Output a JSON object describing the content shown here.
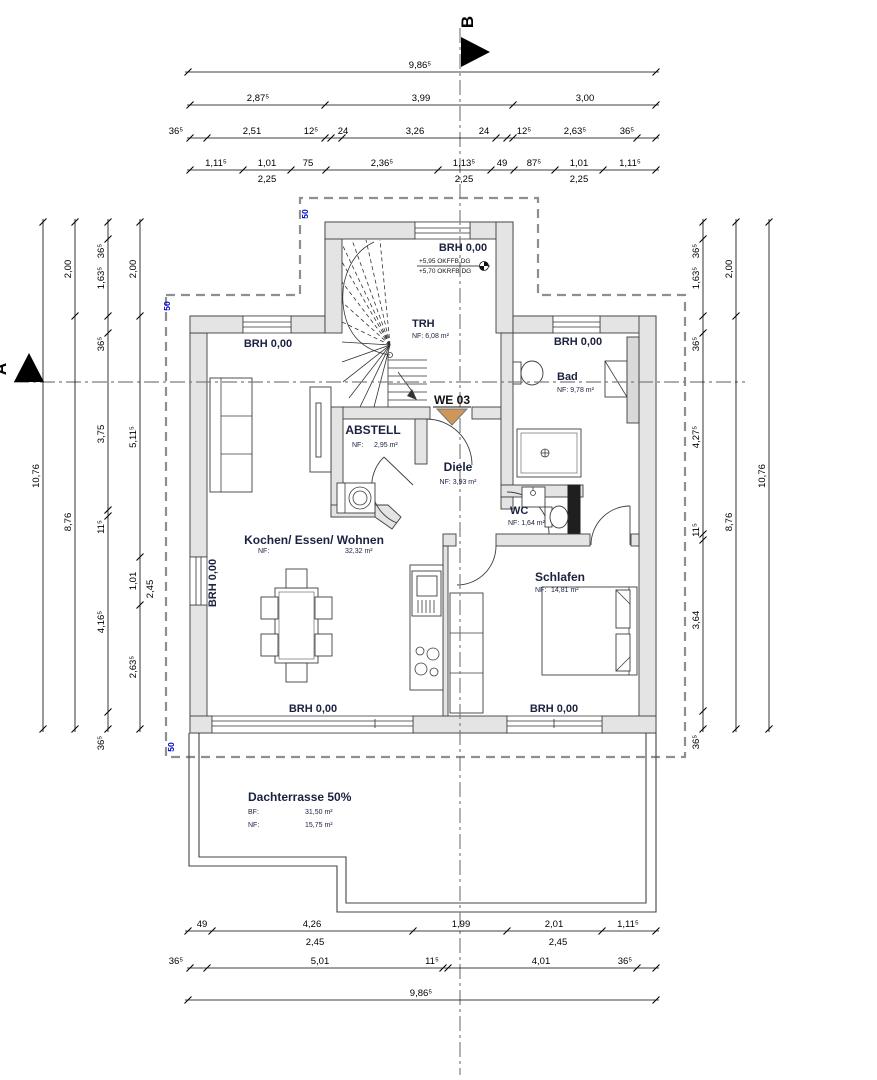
{
  "markers": {
    "a": "A",
    "b": "B"
  },
  "labels": {
    "brh": "BRH 0,00",
    "we": "WE 03",
    "level_upper": "+5,95 OKFFB DG",
    "level_lower": "+5,70 OKRFB DG",
    "roof_offset": "50"
  },
  "colors": {
    "accent_blue": "#0008cc",
    "entry_orange": "#cf9659",
    "wall_fill": "#e4e4e4"
  },
  "rooms": {
    "trh": {
      "name": "TRH",
      "nf": "NF: 6,08 m²"
    },
    "bad": {
      "name": "Bad",
      "nf": "NF: 9,78 m²"
    },
    "abstell": {
      "name": "ABSTELL",
      "nf_prefix": "NF:",
      "nf_value": "2,95 m²"
    },
    "diele": {
      "name": "Diele",
      "nf": "NF: 3,93 m²"
    },
    "wc": {
      "name": "WC",
      "nf": "NF: 1,64 m²"
    },
    "wohnen": {
      "name": "Kochen/ Essen/ Wohnen",
      "nf_prefix": "NF:",
      "nf_value": "32,32 m²"
    },
    "schlafen": {
      "name": "Schlafen",
      "nf_prefix": "NF:",
      "nf_value": "14,81 m²"
    },
    "terrasse": {
      "name": "Dachterrasse 50%",
      "bf_prefix": "BF:",
      "bf_value": "31,50 m²",
      "nf_prefix": "NF:",
      "nf_value": "15,75 m²"
    }
  },
  "dims": {
    "top_total": "9,86⁵",
    "top_row2": [
      "2,87⁵",
      "3,99",
      "3,00"
    ],
    "top_row3": [
      "36⁵",
      "2,51",
      "12⁵",
      "24",
      "3,26",
      "24",
      "12⁵",
      "2,63⁵",
      "36⁵"
    ],
    "top_row4": [
      "1,11⁵",
      "1,01",
      "75",
      "2,36⁵",
      "1,13⁵",
      "49",
      "87⁵",
      "1,01",
      "1,11⁵"
    ],
    "top_row4_sub": [
      "2,25",
      "2,25",
      "2,25"
    ],
    "left_col1": "10,76",
    "left_col2": [
      "2,00",
      "8,76"
    ],
    "left_col3": [
      "36⁵",
      "1,63⁵",
      "36⁵",
      "3,75",
      "11⁵",
      "4,16⁵",
      "36⁵"
    ],
    "left_col4": [
      "2,00",
      "5,11⁵",
      "1,01",
      "2,63⁵"
    ],
    "left_col4_sub": "2,45",
    "right_col1": [
      "36⁵",
      "1,63⁵",
      "36⁵",
      "4,27⁵",
      "11⁵",
      "3,64",
      "36⁵"
    ],
    "right_col2": [
      "2,00",
      "8,76"
    ],
    "right_col3": "10,76",
    "bottom_row1": [
      "49",
      "4,26",
      "1,99",
      "2,01",
      "1,11⁵"
    ],
    "bottom_row1_sub": [
      "2,45",
      "2,45"
    ],
    "bottom_row2": [
      "36⁵",
      "5,01",
      "11⁵",
      "4,01",
      "36⁵"
    ],
    "bottom_total": "9,86⁵"
  }
}
